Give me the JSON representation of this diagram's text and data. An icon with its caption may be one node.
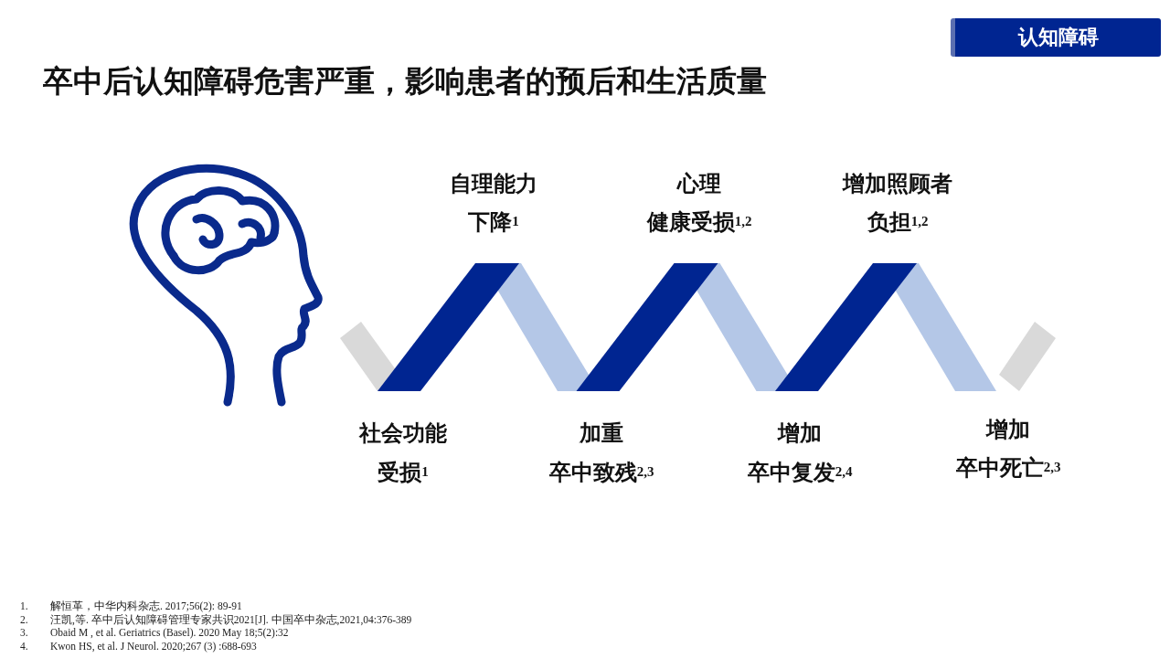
{
  "diagram": {
    "title": "卒中后认知障碍危害严重，影响患者的预后和生活质量",
    "nodes": [
      {
        "text": [
          "认知障碍"
        ]
      }
    ],
    "labels": [
      "自理能力",
      "下降$^{1}$",
      "心理",
      "健康受损$^{1,2}$",
      "增加照顾者",
      "负担$^{1,2}$",
      "社会功能",
      "受损$^{1}$",
      "加重",
      "卒中致残$^{2,3}$",
      "增加",
      "卒中复发$^{2,4}$",
      "增加",
      "卒中死亡$^{2,3}$",
      "1.",
      "解恒革，中华内科杂志. 2017;56(2): 89-91",
      "2.",
      "汪凯,等. 卒中后认知障碍管理专家共识2021[J]. 中国卒中杂志,2021,04:376-389",
      "3.",
      "Obaid M , et al. Geriatrics (Basel). 2020 May 18;5(2):32",
      "4.",
      "Kwon HS, et al. J Neurol. 2020;267 (3) :688-693"
    ]
  }
}
